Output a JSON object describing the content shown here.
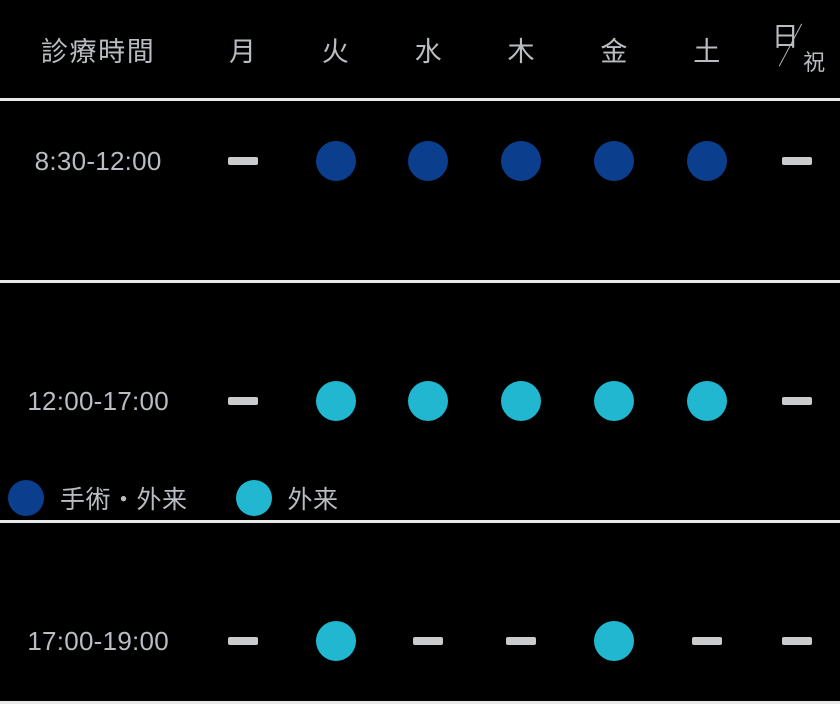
{
  "table": {
    "header": {
      "time_label": "診療時間",
      "days": [
        "月",
        "火",
        "水",
        "木",
        "金",
        "土"
      ],
      "sunday": "日",
      "holiday": "祝"
    },
    "rows": [
      {
        "time": "8:30-12:00",
        "cells": [
          "dash",
          "dot-dark",
          "dot-dark",
          "dot-dark",
          "dot-dark",
          "dot-dark",
          "dash"
        ]
      },
      {
        "time": "12:00-17:00",
        "cells": [
          "dash",
          "dot-cyan",
          "dot-cyan",
          "dot-cyan",
          "dot-cyan",
          "dot-cyan",
          "dash"
        ]
      },
      {
        "time": "17:00-19:00",
        "cells": [
          "dash",
          "dot-cyan",
          "dash",
          "dash",
          "dot-cyan",
          "dash",
          "dash"
        ]
      }
    ]
  },
  "legend": [
    {
      "marker": "dot-dark",
      "label": "手術・外来"
    },
    {
      "marker": "dot-cyan",
      "label": "外来"
    }
  ],
  "colors": {
    "surgery_outpatient": "#0b3f8e",
    "outpatient": "#22b7d0",
    "dash": "#c9cbcd",
    "text": "#b9bdc1",
    "rule": "#e8e9ea",
    "background": "#000000"
  }
}
